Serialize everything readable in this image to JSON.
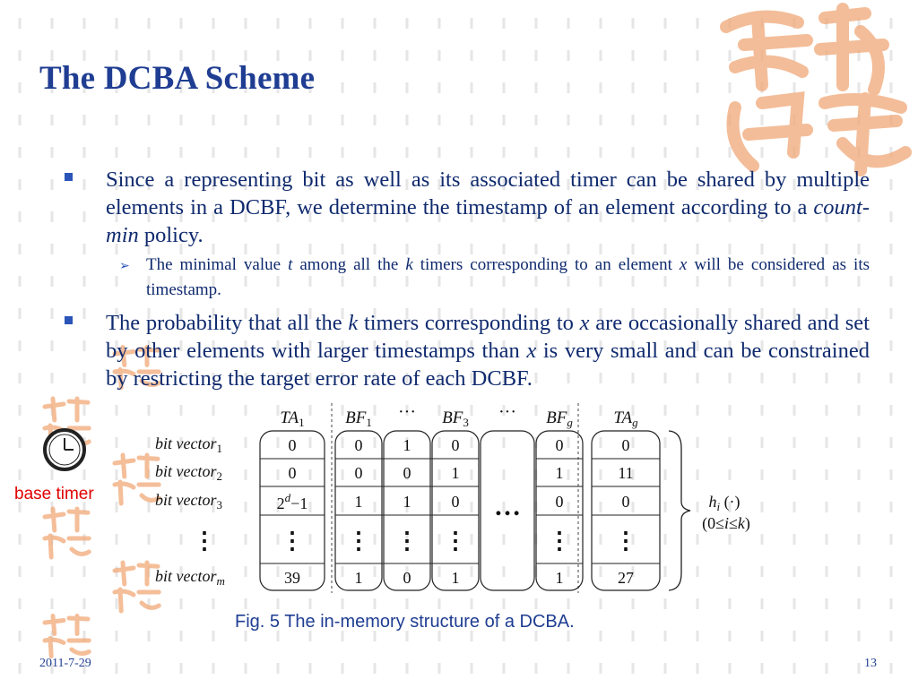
{
  "slide": {
    "title": "The DCBA Scheme",
    "bullets": [
      {
        "parts": [
          "Since a representing bit as well as its associated timer can be shared by multiple elements in a DCBF, we determine the timestamp of an element according to a ",
          "count-min",
          " policy."
        ],
        "sub": [
          "The minimal value ",
          "t",
          " among all the ",
          "k",
          " timers corresponding to an element ",
          "x",
          " will be considered as its timestamp."
        ]
      },
      {
        "parts": [
          "The probability that all the ",
          "k",
          " timers corresponding to ",
          "x",
          " are occasionally shared and set by other elements with larger timestamps than ",
          "x",
          " is very small and can be constrained by restricting the target error rate of each DCBF."
        ]
      }
    ],
    "footer": {
      "date": "2011-7-29",
      "page": "13"
    }
  },
  "figure": {
    "caption": "Fig. 5  The in-memory structure of a DCBA.",
    "base_timer_label": "base timer",
    "column_headers": [
      {
        "base": "TA",
        "sub": "1"
      },
      {
        "base": "BF",
        "sub": "1"
      },
      {
        "base": "BF",
        "sub": "3"
      },
      {
        "base": "BF",
        "sub": "g"
      },
      {
        "base": "TA",
        "sub": "g"
      }
    ],
    "header_ellipsis": "···",
    "row_labels": [
      {
        "base": "bit vector",
        "sub": "1"
      },
      {
        "base": "bit vector",
        "sub": "2"
      },
      {
        "base": "bit vector",
        "sub": "3"
      },
      {
        "base": "bit vector",
        "sub": "m"
      }
    ],
    "rows": [
      {
        "ta1": "0",
        "bf1": [
          "0",
          "1",
          "0"
        ],
        "bfg": "0",
        "tag": "0"
      },
      {
        "ta1": "0",
        "bf1": [
          "0",
          "0",
          "1"
        ],
        "bfg": "1",
        "tag": "11"
      },
      {
        "ta1_parts": [
          "2",
          "d",
          "−1"
        ],
        "bf1": [
          "1",
          "1",
          "0"
        ],
        "bfg": "0",
        "tag": "0"
      },
      {
        "ta1": "39",
        "bf1": [
          "1",
          "0",
          "1"
        ],
        "bfg": "1",
        "tag": "27"
      }
    ],
    "vdots": "⋮",
    "middle_ellipsis": "…",
    "hash_label": {
      "h": "h",
      "i": "i",
      "dot": " (·)",
      "range": [
        "(0≤",
        "i",
        "≤",
        "k",
        ")"
      ]
    }
  },
  "colors": {
    "title": "#1f3d92",
    "text": "#0f2a6e",
    "caption": "#1f3d92",
    "base_timer": "#e00000",
    "seal": "#f0a877"
  }
}
